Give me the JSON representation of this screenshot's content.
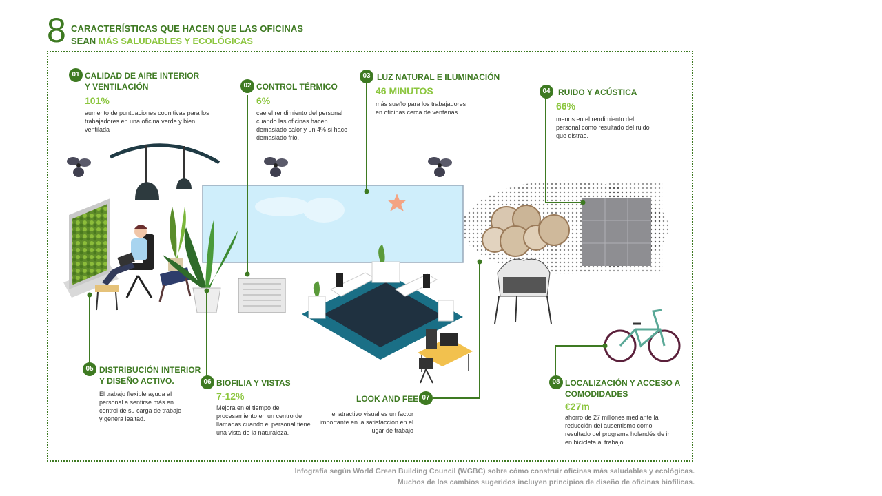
{
  "header": {
    "number": "8",
    "title_line1": "CARACTERÍSTICAS QUE HACEN QUE LAS OFICINAS",
    "title_line2_prefix": "SEAN ",
    "title_line2_highlight": "MÁS SALUDABLES Y ECOLÓGICAS"
  },
  "items": [
    {
      "num": "01",
      "head1": "CALIDAD DE AIRE INTERIOR",
      "head2": "Y VENTILACIÓN",
      "stat": "101%",
      "desc1": "aumento de puntuaciones cognitivas para los",
      "desc2": "trabajadores en una oficina verde y bien",
      "desc3": "ventilada"
    },
    {
      "num": "02",
      "head1": "CONTROL TÉRMICO",
      "stat": "6%",
      "desc1": "cae el rendimiento del personal",
      "desc2": "cuando las oficinas hacen",
      "desc3": "demasiado calor y un 4% si hace",
      "desc4": "demasiado frío."
    },
    {
      "num": "03",
      "head1": "LUZ NATURAL E ILUMINACIÓN",
      "stat": "46 MINUTOS",
      "desc1": "más sueño para los trabajadores",
      "desc2": "en oficinas cerca de ventanas"
    },
    {
      "num": "04",
      "head1": "RUIDO Y ACÚSTICA",
      "stat": "66%",
      "desc1": "menos en el rendimiento del",
      "desc2": "personal como resultado del ruido",
      "desc3": "que distrae."
    },
    {
      "num": "05",
      "head1": "DISTRIBUCIÓN INTERIOR",
      "head2": "Y DISEÑO ACTIVO.",
      "desc1": "El trabajo flexible ayuda al",
      "desc2": "personal a sentirse más en",
      "desc3": "control de su carga de trabajo",
      "desc4": "y genera lealtad."
    },
    {
      "num": "06",
      "head1": "BIOFILIA Y VISTAS",
      "stat": "7-12%",
      "desc1": "Mejora en el tiempo de",
      "desc2": "procesamiento en un centro de",
      "desc3": "llamadas cuando el personal tiene",
      "desc4": "una vista de la naturaleza."
    },
    {
      "num": "07",
      "head1": "LOOK AND FEEL",
      "desc1": "el atractivo visual es un factor",
      "desc2": "importante en la satisfacción en el",
      "desc3": "lugar de trabajo"
    },
    {
      "num": "08",
      "head1": "LOCALIZACIÓN Y ACCESO A",
      "head2": "COMODIDADES",
      "stat": "€27m",
      "desc1": "ahorro de 27 millones mediante la",
      "desc2": "reducción del ausentismo como",
      "desc3": "resultado del programa holandés de ir",
      "desc4": "en bicicleta al trabajo"
    }
  ],
  "footer": {
    "line1": "Infografía según World Green Building Council (WGBC) sobre cómo construir oficinas más saludables y ecológicas.",
    "line2": "Muchos de los cambios sugeridos incluyen principios de diseño de oficinas biofílicas."
  },
  "colors": {
    "dark_green": "#3e7a22",
    "light_green": "#8cc63f",
    "window_blue": "#cfeefb",
    "teal": "#1a6f86"
  }
}
